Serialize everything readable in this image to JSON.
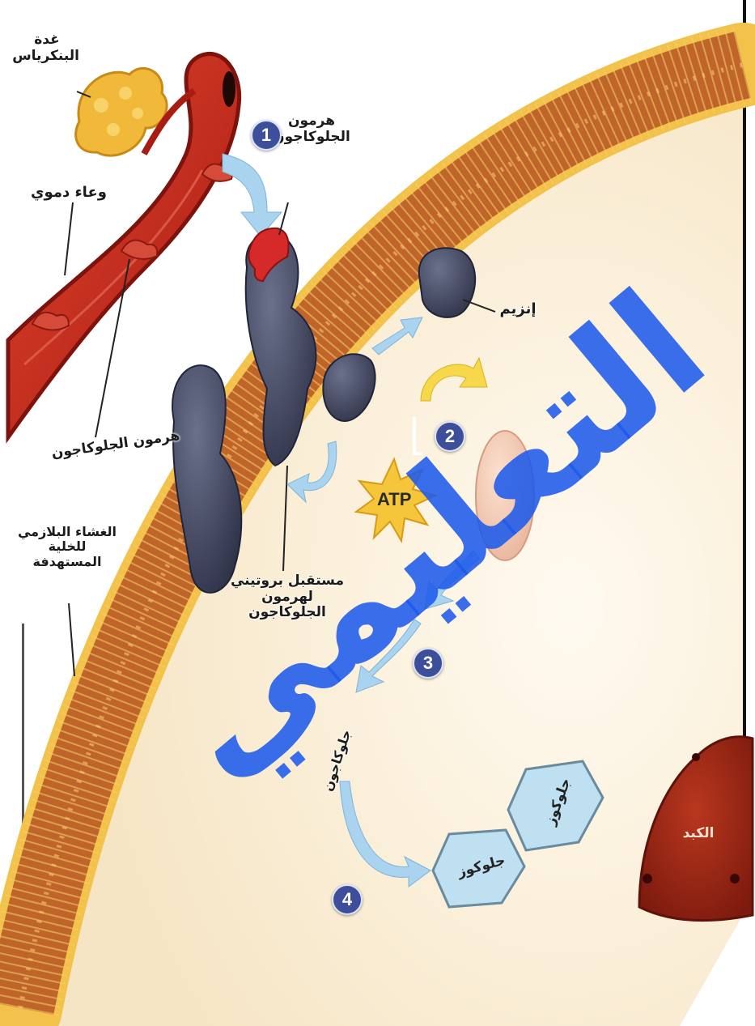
{
  "labels": {
    "pancreas": "غدة\nالبنكرياس",
    "blood_vessel": "وعاء دموي",
    "glucagon_hormone_top": "هرمون\nالجلوكاجون",
    "glucagon_hormone_bottom": "هرمون الجلوكاجون",
    "plasma_membrane": "الغشاء البلازمي\nللخلية المستهدفة",
    "receptor": "مستقبل بروتيني\nلهرمون الجلوكاجون",
    "enzyme": "إنزيم",
    "atp": "ATP",
    "glycogen": "جلوكاجون",
    "glucose_1": "جلوكوز",
    "glucose_2": "جلوكوز",
    "liver": "الكبد"
  },
  "steps": [
    "1",
    "2",
    "3",
    "4"
  ],
  "watermark": {
    "line1": "التعليمي",
    "color": "#1e5aeb"
  },
  "colors": {
    "membrane": "#c0652a",
    "membrane_beads": "#f2c24a",
    "blood": "#c8271f",
    "protein": "#4a5068",
    "hormone": "#d32a2a",
    "arrow": "#a9d3ee",
    "step_badge": "#3d4f9a"
  }
}
